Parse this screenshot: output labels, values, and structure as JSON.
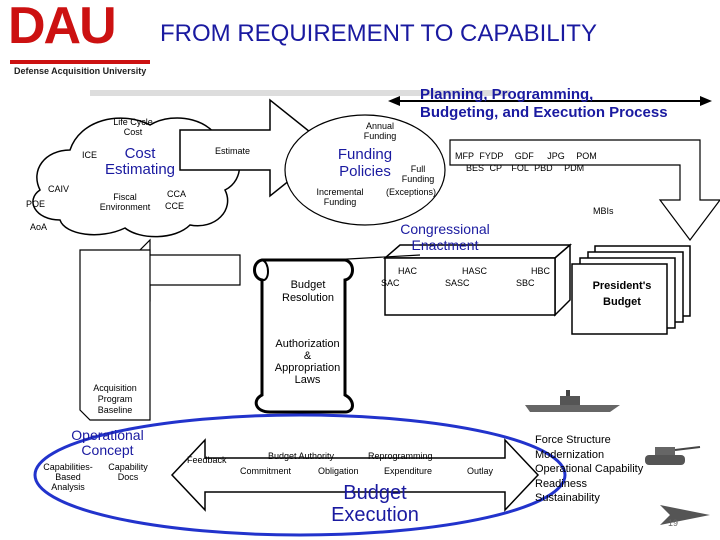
{
  "header": {
    "logo": "DAU",
    "logo_subtitle": "Defense Acquisition University",
    "title": "FROM REQUIREMENT TO CAPABILITY"
  },
  "ppbe": {
    "title_line1": "Planning, Programming,",
    "title_line2": "Budgeting, and Execution Process"
  },
  "cost": {
    "life_cycle_line1": "Life Cycle",
    "life_cycle_line2": "Cost",
    "ice": "ICE",
    "title_line1": "Cost",
    "title_line2": "Estimating",
    "caiv": "CAIV",
    "poe": "POE",
    "fiscal_line1": "Fiscal",
    "fiscal_line2": "Environment",
    "cca": "CCA",
    "cce": "CCE",
    "aoa": "AoA"
  },
  "estimate_label": "Estimate",
  "funding": {
    "annual_line1": "Annual",
    "annual_line2": "Funding",
    "title_line1": "Funding",
    "title_line2": "Policies",
    "full_line1": "Full",
    "full_line2": "Funding",
    "incremental_line1": "Incremental",
    "incremental_line2": "Funding",
    "exceptions": "(Exceptions)"
  },
  "ppbe_docs": {
    "row1": [
      "MFP",
      "FYDP",
      "GDF",
      "JPG",
      "POM"
    ],
    "row2": [
      "BES",
      "CP",
      "FOL",
      "PBD",
      "PDM"
    ],
    "mbis": "MBIs"
  },
  "congress": {
    "title_line1": "Congressional",
    "title_line2": "Enactment",
    "hac": "HAC",
    "sac": "SAC",
    "hasc": "HASC",
    "sasc": "SASC",
    "hbc": "HBC",
    "sbc": "SBC",
    "presidents_budget_line1": "President's",
    "presidents_budget_line2": "Budget",
    "budget_resolution_line1": "Budget",
    "budget_resolution_line2": "Resolution",
    "auth_line1": "Authorization",
    "auth_line2": "&",
    "auth_line3": "Appropriation",
    "auth_line4": "Laws"
  },
  "acquisition": {
    "apb_line1": "Acquisition",
    "apb_line2": "Program",
    "apb_line3": "Baseline",
    "oc_line1": "Operational",
    "oc_line2": "Concept",
    "cba_line1": "Capabilities-",
    "cba_line2": "Based",
    "cba_line3": "Analysis",
    "cap_docs_line1": "Capability",
    "cap_docs_line2": "Docs"
  },
  "execution": {
    "feedback": "Feedback",
    "budget_authority": "Budget Authority",
    "reprogramming": "Reprogramming",
    "commitment": "Commitment",
    "obligation": "Obligation",
    "expenditure": "Expenditure",
    "outlay": "Outlay",
    "title_line1": "Budget",
    "title_line2": "Execution"
  },
  "capability": {
    "items": [
      "Force Structure",
      "Modernization",
      "Operational Capability",
      "Readiness",
      "Sustainability"
    ]
  },
  "page_number": "19",
  "colors": {
    "brand_red": "#cc1111",
    "title_blue": "#1a1aa0",
    "ellipse_blue": "#2233cc"
  }
}
